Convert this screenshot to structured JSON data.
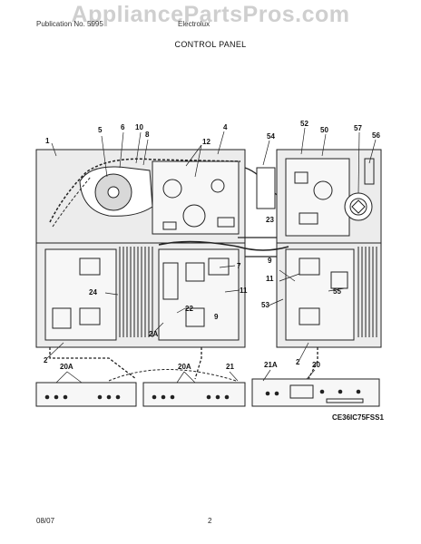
{
  "watermark": "AppliancePartsPros.com",
  "header": {
    "left": "Publication No. 5995",
    "mid": "Electrolux"
  },
  "title": "CONTROL PANEL",
  "model": "CE36IC75FSS1",
  "footer": {
    "date": "08/07",
    "page": "2"
  },
  "callouts": {
    "c1": "1",
    "c5": "5",
    "c6": "6",
    "c10": "10",
    "c8": "8",
    "c12": "12",
    "c4": "4",
    "c54": "54",
    "c52": "52",
    "c50": "50",
    "c57": "57",
    "c56": "56",
    "c23": "23",
    "c24": "24",
    "c22": "22",
    "c7": "7",
    "c9a": "9",
    "c11a": "11",
    "c9b": "9",
    "c11b": "11",
    "c53": "53",
    "c55": "55",
    "c2a": "2",
    "c2A": "2A",
    "c2b": "2",
    "c20Aa": "20A",
    "c20Ab": "20A",
    "c21": "21",
    "c21A": "21A",
    "c20": "20"
  },
  "colors": {
    "line": "#222222",
    "panel_fill": "#ececec",
    "board_fill": "#f7f7f7",
    "watermark": "#cfcfcf"
  }
}
